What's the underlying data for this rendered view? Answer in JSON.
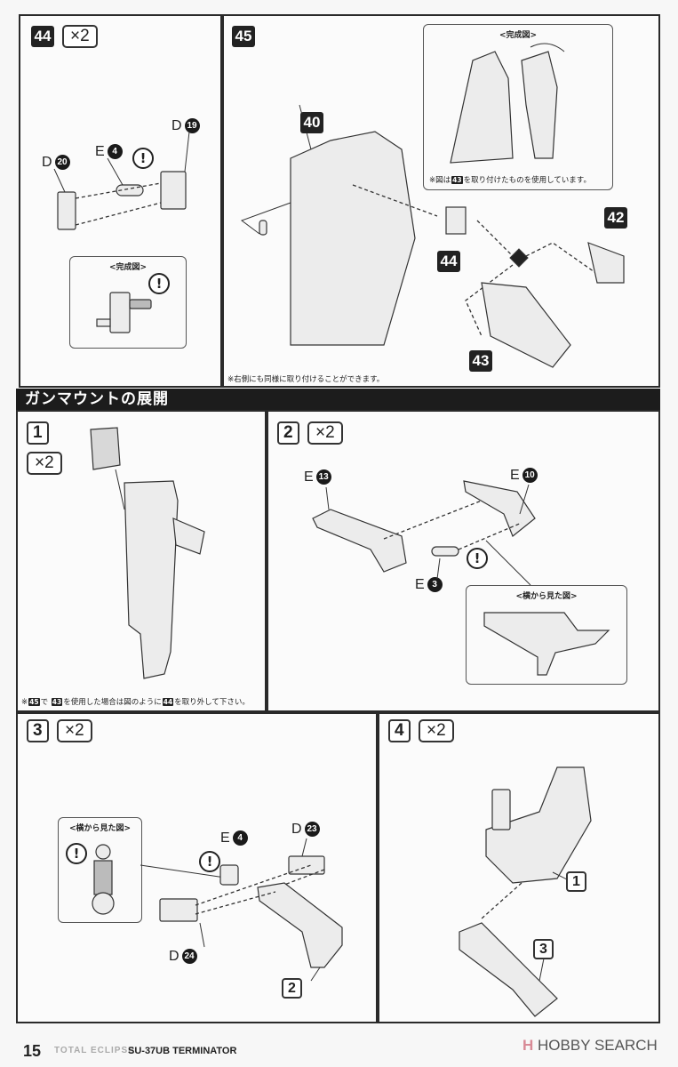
{
  "section_title": "ガンマウントの展開",
  "steps": {
    "s44": {
      "number": "44",
      "multiplier": "×2",
      "parts": [
        {
          "runner": "D",
          "num": "20"
        },
        {
          "runner": "E",
          "num": "4"
        },
        {
          "runner": "D",
          "num": "19"
        }
      ],
      "inset_title": "<完成図>",
      "caution": "!"
    },
    "s45": {
      "number": "45",
      "callouts": [
        "40",
        "44",
        "42",
        "43"
      ],
      "inset_title": "<完成図>",
      "inset_note_pre": "※図は",
      "inset_note_tag": "43",
      "inset_note_post": "を取り付けたものを使用しています。",
      "note": "※右側にも同様に取り付けることができます。"
    },
    "s1": {
      "number": "1",
      "multiplier": "×2",
      "note_pre": "※",
      "note_tag1": "45",
      "note_mid1": "で",
      "note_tag2": "43",
      "note_mid2": "を使用した場合は図のように",
      "note_tag3": "44",
      "note_post": "を取り外して下さい。"
    },
    "s2": {
      "number": "2",
      "multiplier": "×2",
      "parts": [
        {
          "runner": "E",
          "num": "13"
        },
        {
          "runner": "E",
          "num": "10"
        },
        {
          "runner": "E",
          "num": "3"
        }
      ],
      "inset_title": "<横から見た図>",
      "caution": "!"
    },
    "s3": {
      "number": "3",
      "multiplier": "×2",
      "parts": [
        {
          "runner": "E",
          "num": "4"
        },
        {
          "runner": "D",
          "num": "23"
        },
        {
          "runner": "D",
          "num": "24"
        }
      ],
      "inset_title": "<横から見た図>",
      "callout": "2",
      "caution": "!"
    },
    "s4": {
      "number": "4",
      "multiplier": "×2",
      "callouts": [
        "1",
        "3"
      ]
    }
  },
  "footer": {
    "page_number": "15",
    "series": "TOTAL ECLIPSE",
    "model": "SU-37UB TERMINATOR",
    "watermark_logo": "H",
    "watermark_text": "HOBBY SEARCH"
  }
}
